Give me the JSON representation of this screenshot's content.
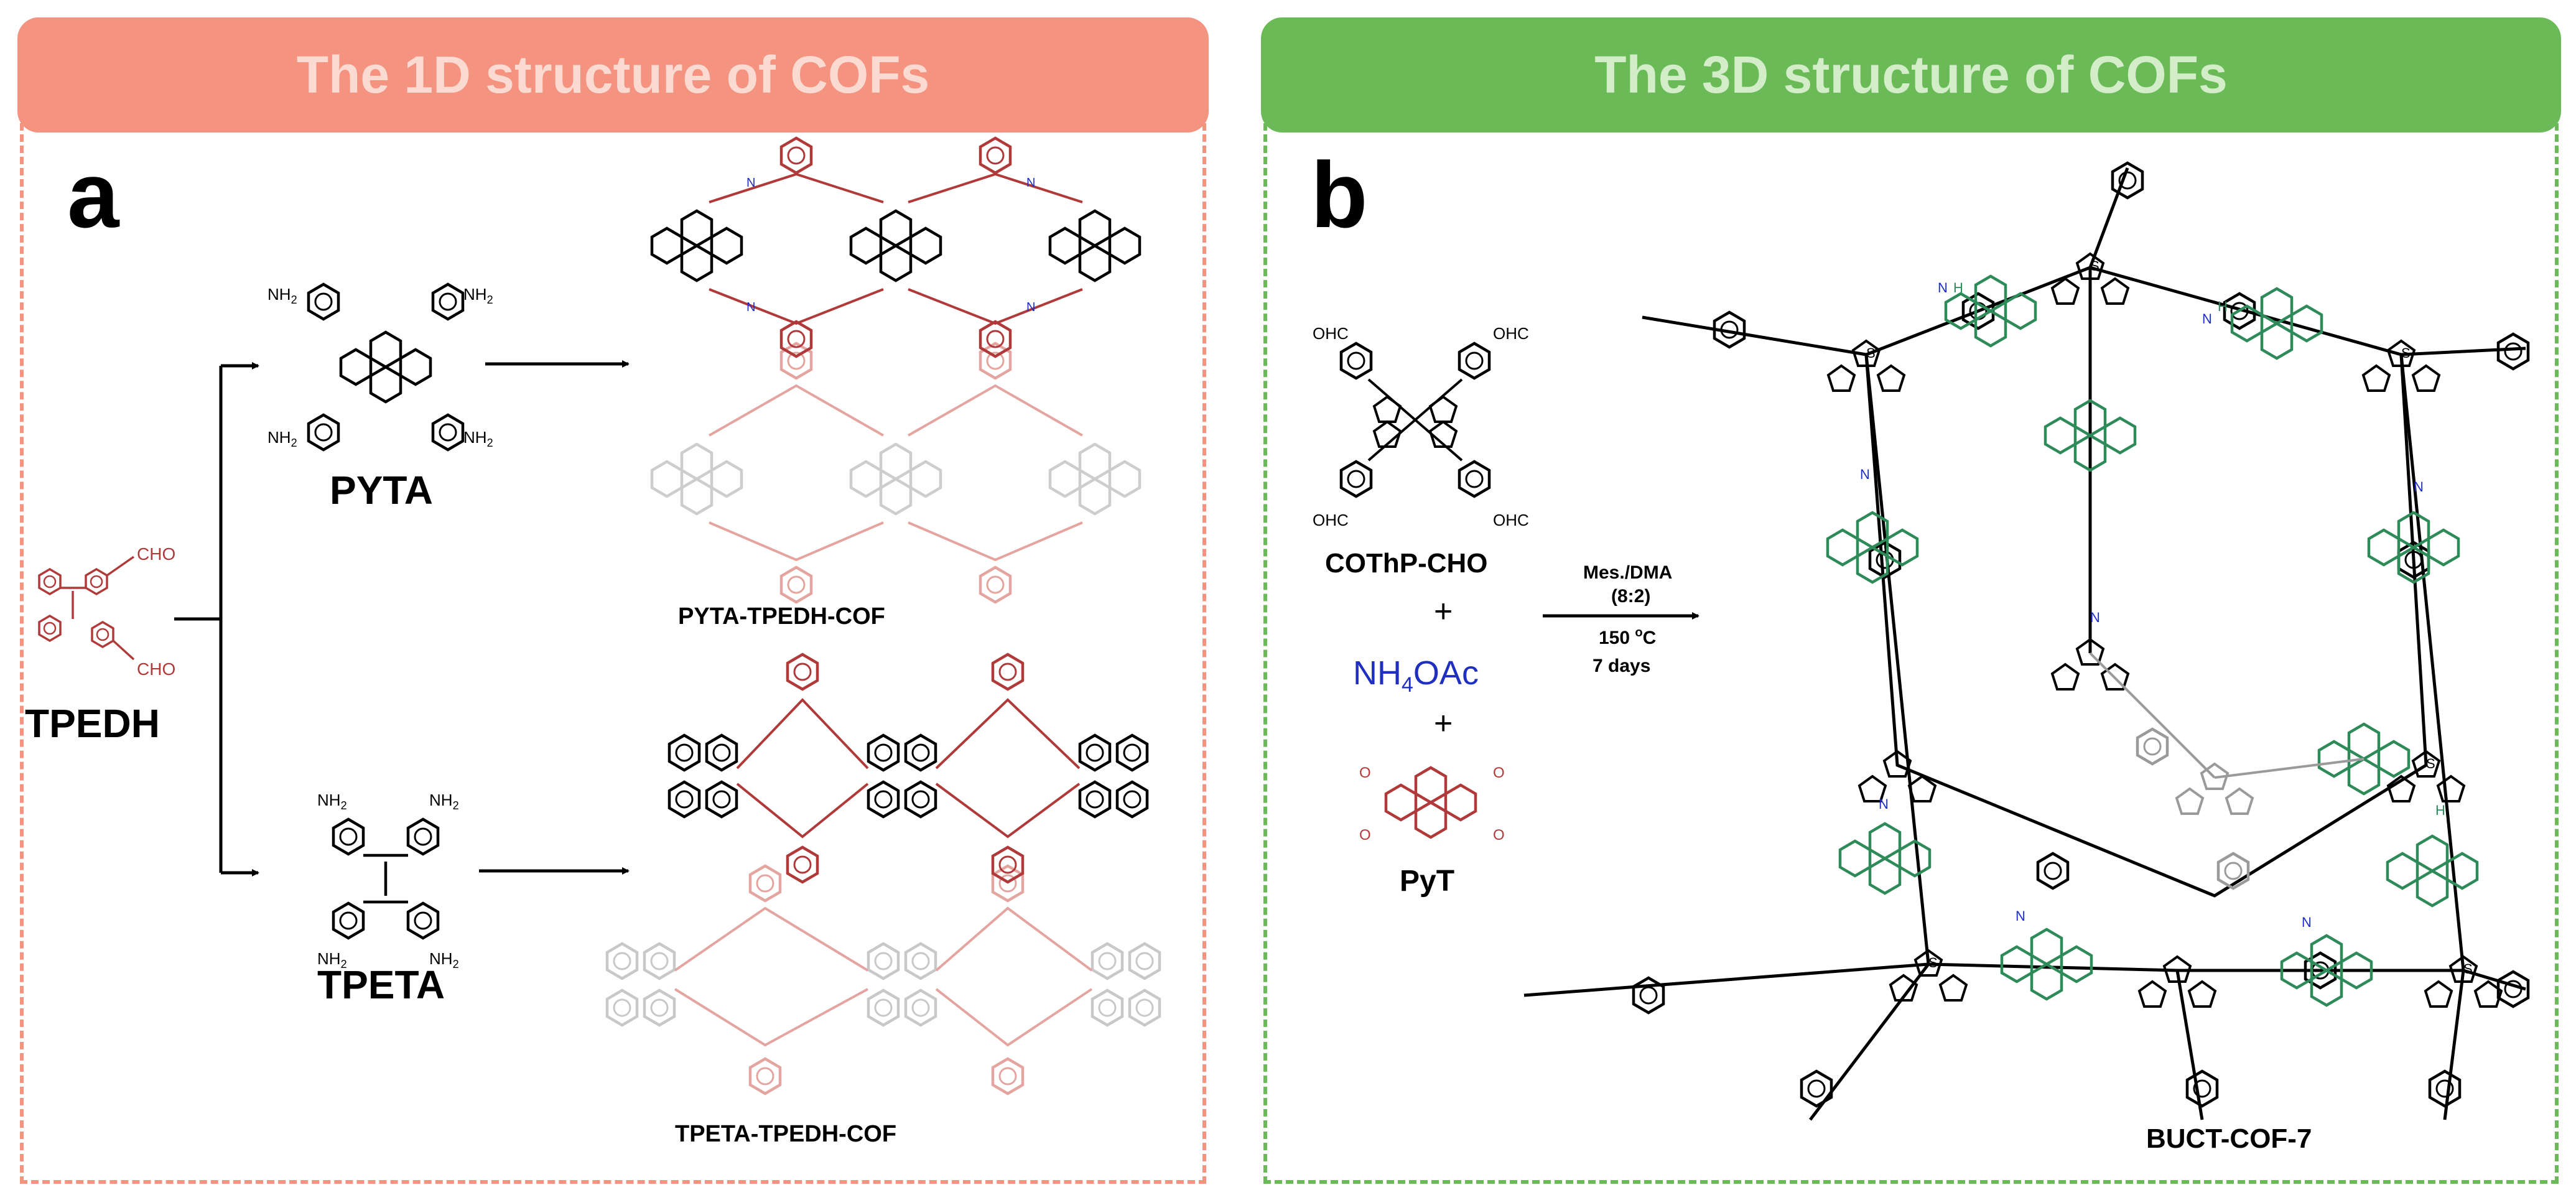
{
  "panel_a": {
    "header": "The 1D structure of COFs",
    "letter": "a",
    "monomers": {
      "tpedh": "TPEDH",
      "pyta": "PYTA",
      "tpeta": "TPETA"
    },
    "products": {
      "top": "PYTA-TPEDH-COF",
      "bottom": "TPETA-TPEDH-COF"
    },
    "atoms": {
      "cho": "CHO",
      "nh2": "NH",
      "nh2_sub": "2",
      "nitrogen": "N"
    }
  },
  "panel_b": {
    "header": "The 3D structure of COFs",
    "letter": "b",
    "reagents": {
      "cothp": "COThP-CHO",
      "plus": "+",
      "nh4oac_a": "NH",
      "nh4oac_sub": "4",
      "nh4oac_b": "OAc",
      "pyt": "PyT"
    },
    "conditions": {
      "line1": "Mes./DMA",
      "line2": "(8:2)",
      "line3_a": "150 ",
      "line3_sup": "o",
      "line3_b": "C",
      "line4": "7 days"
    },
    "product": "BUCT-COF-7",
    "atoms": {
      "cho": "OHC",
      "s": "S",
      "n": "N",
      "h": "H",
      "o": "O"
    }
  },
  "colors": {
    "left_accent": "#f49380",
    "right_accent": "#6abb58",
    "red_fragment": "#b03a3a",
    "red_faded": "#e4a5a0",
    "green_fragment": "#2f8a5a",
    "blue_label": "#1f2fbf",
    "black": "#000000",
    "grey": "#9a9a9a"
  }
}
